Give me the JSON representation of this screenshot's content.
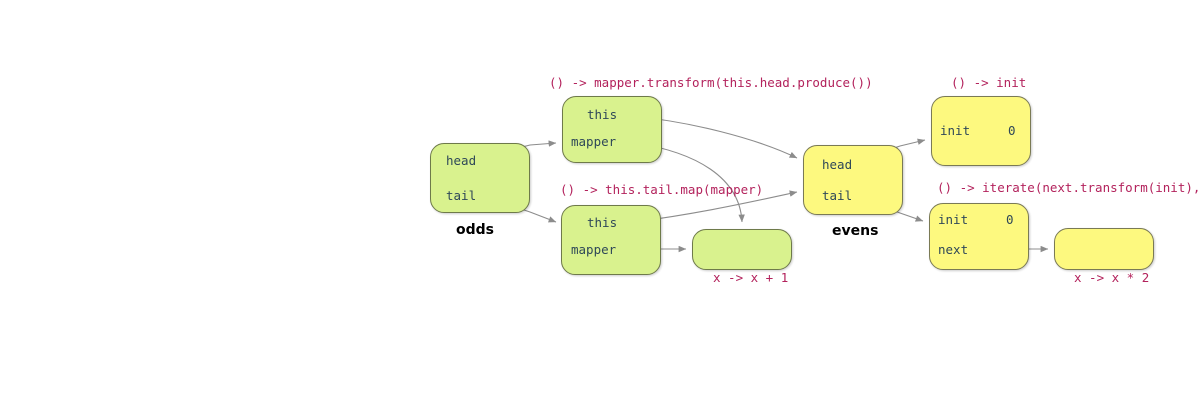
{
  "diagram": {
    "title_caption_odds": "odds",
    "title_caption_evens": "evens",
    "colors": {
      "green_fill": "#d9f28e",
      "yellow_fill": "#fdf97f",
      "border": "#6f6f5a",
      "field_text": "#2f4858",
      "lambda_text": "#b3225c",
      "arrow": "#8c8c8c",
      "caption_text": "#000000",
      "background": "#ffffff"
    }
  },
  "nodes": {
    "odds": {
      "caption": "odds",
      "fields": [
        {
          "name": "head",
          "value": ""
        },
        {
          "name": "tail",
          "value": ""
        }
      ]
    },
    "lambda_transform": {
      "label": "() -> mapper.transform(this.head.produce())",
      "fields": [
        {
          "name": "this",
          "value": ""
        },
        {
          "name": "mapper",
          "value": ""
        }
      ]
    },
    "lambda_map": {
      "label": "() -> this.tail.map(mapper)",
      "fields": [
        {
          "name": "this",
          "value": ""
        },
        {
          "name": "mapper",
          "value": ""
        }
      ]
    },
    "plus_one": {
      "caption": "x -> x + 1"
    },
    "evens": {
      "caption": "evens",
      "fields": [
        {
          "name": "head",
          "value": ""
        },
        {
          "name": "tail",
          "value": ""
        }
      ]
    },
    "lambda_init": {
      "label": "() -> init",
      "fields": [
        {
          "name": "init",
          "value": "0"
        }
      ]
    },
    "lambda_iterate": {
      "label": "() -> iterate(next.transform(init), next)",
      "fields": [
        {
          "name": "init",
          "value": "0"
        },
        {
          "name": "next",
          "value": ""
        }
      ]
    },
    "times_two": {
      "caption": "x -> x * 2"
    }
  }
}
